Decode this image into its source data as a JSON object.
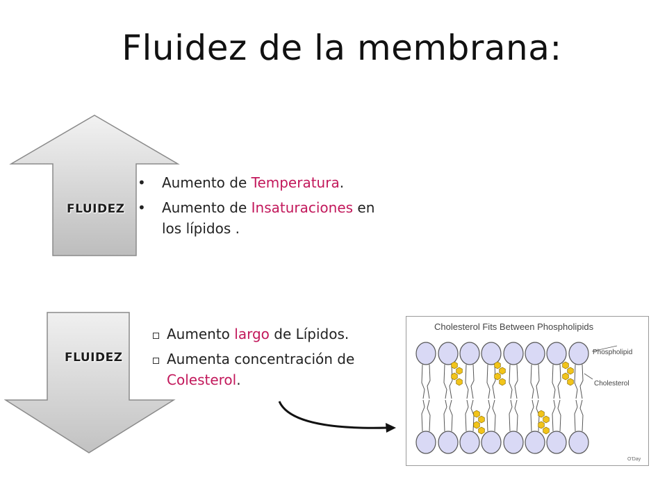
{
  "title": "Fluidez de la membrana:",
  "up_arrow": {
    "label": "FLUIDEZ"
  },
  "down_arrow": {
    "label": "FLUIDEZ"
  },
  "increase_list": [
    {
      "prefix": "Aumento de ",
      "highlight": "Temperatura",
      "suffix": "."
    },
    {
      "prefix": "Aumento de ",
      "highlight": "Insaturaciones",
      "suffix": " en los lípidos ."
    }
  ],
  "decrease_list": [
    {
      "prefix": "Aumento ",
      "highlight": "largo",
      "suffix": " de Lípidos."
    },
    {
      "prefix": "Aumenta concentración de ",
      "highlight": "Colesterol",
      "suffix": "."
    }
  ],
  "figure": {
    "title": "Cholesterol Fits Between Phospholipids",
    "label_phospholipid": "Phospholipid",
    "label_cholesterol": "Cholesterol",
    "credit": "O'Day"
  },
  "colors": {
    "highlight": "#c2185b",
    "head_fill": "#d9d9f5",
    "cholesterol": "#f2c41a"
  }
}
